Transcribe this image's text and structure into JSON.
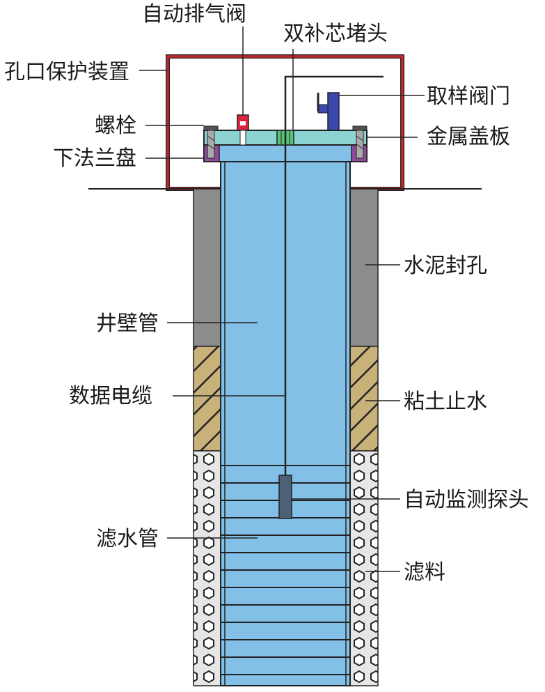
{
  "labels": {
    "auto_vent_valve": "自动排气阀",
    "double_core_plug": "双补芯堵头",
    "hole_protector": "孔口保护装置",
    "sampling_valve": "取样阀门",
    "bolt": "螺栓",
    "metal_cover": "金属盖板",
    "lower_flange": "下法兰盘",
    "cement_seal": "水泥封孔",
    "well_casing": "井壁管",
    "data_cable": "数据电缆",
    "clay_seal": "粘土止水",
    "auto_probe": "自动监测探头",
    "filter_pipe": "滤水管",
    "filter_material": "滤料"
  },
  "colors": {
    "protector_frame": "#c0282d",
    "pipe_fill": "#82c0e8",
    "cover_plate": "#8ed3d3",
    "flange": "#8e4b9a",
    "cement": "#8c8c8c",
    "clay": "#c9b17a",
    "filter_gravel": "#e6e6e6",
    "valve_blue": "#3a49b0",
    "probe": "#4c6178",
    "vent_red": "#d7263d"
  }
}
